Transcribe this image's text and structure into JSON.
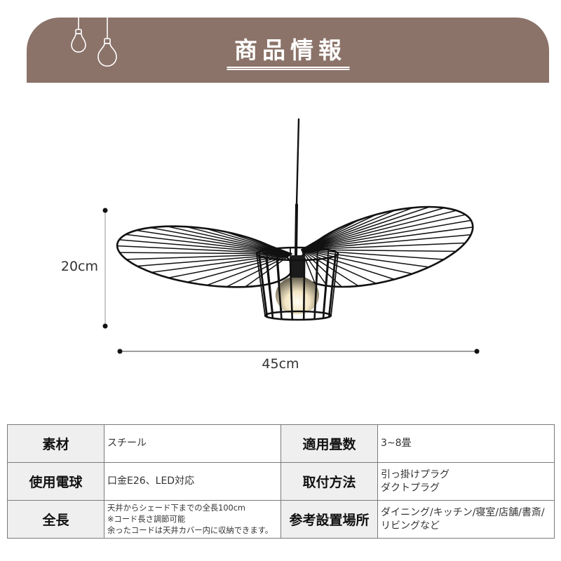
{
  "header": {
    "title": "商品情報",
    "icons": [
      "light-bulb-icon",
      "light-bulb-icon"
    ]
  },
  "product_image": {
    "icon": "pendant-lamp-icon"
  },
  "dimensions": {
    "height": "20cm",
    "width": "45cm"
  },
  "spec_table": {
    "rows": [
      {
        "left": {
          "label": "素材",
          "lines": [
            "スチール"
          ]
        },
        "right": {
          "label": "適用畳数",
          "lines": [
            "3~8畳"
          ]
        }
      },
      {
        "left": {
          "label": "使用電球",
          "lines": [
            "口金E26、LED対応"
          ]
        },
        "right": {
          "label": "取付方法",
          "lines": [
            "引っ掛けプラグ",
            "ダクトプラグ"
          ]
        }
      },
      {
        "left": {
          "label": "全長",
          "lines": [
            "天井からシェード下までの全長100cm",
            "※コード長さ調節可能",
            "余ったコードは天井カバー内に収納できます。"
          ]
        },
        "right": {
          "label": "参考設置場所",
          "lines": [
            "ダイニング/キッチン/寝室/店舗/書斎/",
            "リビングなど"
          ]
        }
      }
    ]
  },
  "colors": {
    "header_background": "#8b7369",
    "header_text": "#ffffff",
    "label_cell_background": "#efefef",
    "table_border": "#7a7a7a",
    "lamp_wire": "#111111"
  }
}
